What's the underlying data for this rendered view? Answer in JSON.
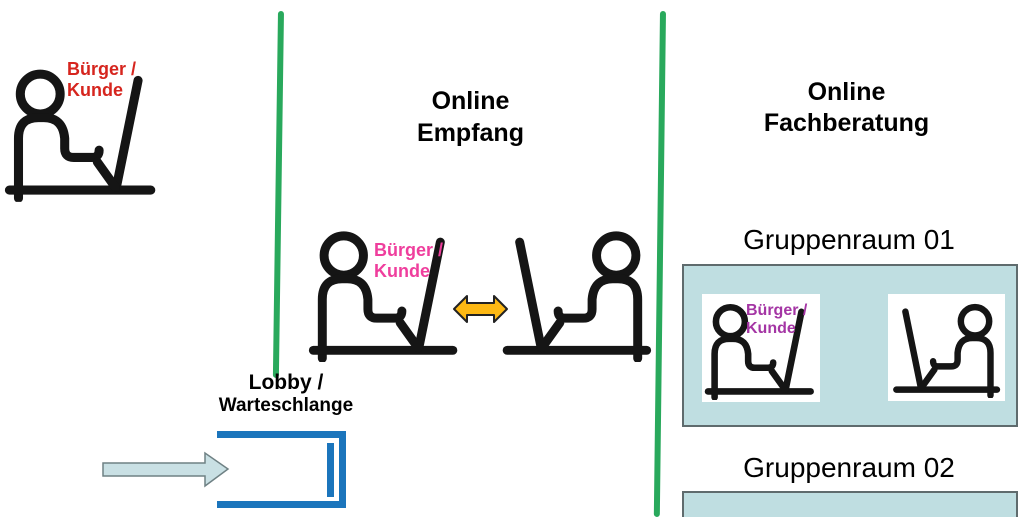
{
  "diagram": {
    "sections": {
      "reception": {
        "title": [
          "Online",
          "Empfang"
        ]
      },
      "consultation": {
        "title": [
          "Online",
          "Fachberatung"
        ]
      },
      "lobby": {
        "title": [
          "Lobby /",
          "Warteschlange"
        ]
      },
      "rooms": [
        {
          "title": "Gruppenraum 01"
        },
        {
          "title": "Gruppenraum 02"
        }
      ]
    },
    "labels": {
      "citizen_home": [
        "Bürger /",
        "Kunde"
      ],
      "citizen_reception": [
        "Bürger /",
        "Kunde"
      ],
      "citizen_room": [
        "Bürger /",
        "Kunde"
      ]
    },
    "icons": [
      "person-at-computer-icon",
      "double-arrow-icon",
      "queue-entry-arrow-icon",
      "queue-shape"
    ]
  },
  "colors": {
    "green": "#29a95c",
    "teal": "#bfdee1",
    "box_border": "#5f6b6d",
    "blue": "#1b75bc",
    "lobby_arrow_fill": "#c9e0e4",
    "lobby_arrow_stroke": "#6f8184",
    "orange_fill": "#fdb813",
    "orange_stroke": "#222222",
    "red": "#d6251e",
    "pink": "#ef3e9d",
    "purple": "#a435a4",
    "icon": "#151515"
  }
}
